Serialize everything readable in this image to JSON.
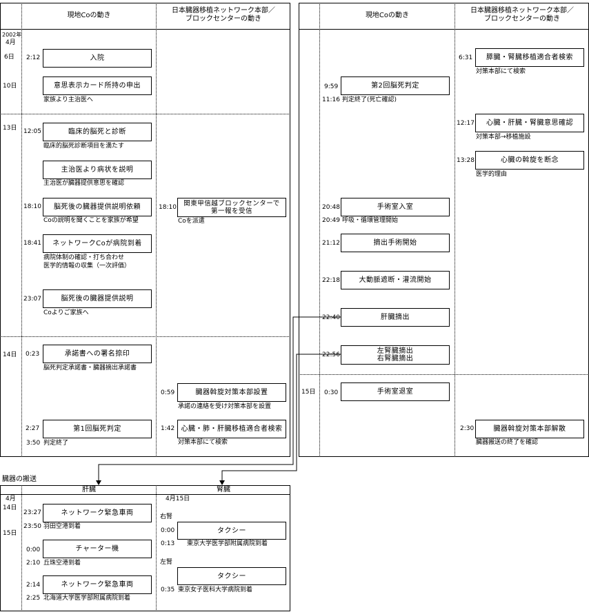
{
  "headers": {
    "col_site": "現地Coの動き",
    "col_network": "日本臓器移植ネットワーク本部／\nブロックセンターの動き"
  },
  "left": {
    "year": "2002年",
    "month": "4月",
    "days": {
      "d6": "6日",
      "d10": "10日",
      "d13": "13日",
      "d14": "14日"
    },
    "events": [
      {
        "time": "2:12",
        "box": "入院",
        "note": ""
      },
      {
        "time": "",
        "box": "意思表示カード所持の申出",
        "note": "家族より主治医へ"
      },
      {
        "time": "12:05",
        "box": "臨床的脳死と診断",
        "note": "臨床的脳死診断項目を満たす"
      },
      {
        "time": "",
        "box": "主治医より病状を説明",
        "note": "主治医が臓器提供意思を確認"
      },
      {
        "time": "18:10",
        "box": "脳死後の臓器提供説明依頼",
        "note": "Coの説明を聞くことを家族が希望"
      },
      {
        "time": "18:41",
        "box": "ネットワークCoが病院到着",
        "note": "病院体制の確認・打ち合わせ",
        "note2": "医学的情報の収集（一次評価）"
      },
      {
        "time": "23:07",
        "box": "脳死後の臓器提供説明",
        "note": "Coよりご家族へ"
      },
      {
        "time": "0:23",
        "box": "承諾書への署名捺印",
        "note": "脳死判定承諾書・臓器摘出承諾書"
      },
      {
        "time": "2:27",
        "box": "第1回脳死判定",
        "note": "判定終了",
        "note_time": "3:50"
      }
    ],
    "network_events": [
      {
        "time": "18:10",
        "box": "関東甲信越ブロックセンターで\n第一報を受信",
        "note": "Coを派遣"
      },
      {
        "time": "0:59",
        "box": "臓器斡旋対策本部設置",
        "note": "承諾の連絡を受け対策本部を設置"
      },
      {
        "time": "1:42",
        "box": "心臓・肺・肝臓移植適合者検索",
        "note": "対策本部にて検索"
      }
    ]
  },
  "right": {
    "days": {
      "d15": "15日"
    },
    "events": [
      {
        "time": "9:59",
        "box": "第2回脳死判定",
        "note": "判定終了(死亡確認)",
        "note_time": "11:16"
      },
      {
        "time": "20:48",
        "box": "手術室入室",
        "note": "呼吸・循環管理開始",
        "note_time": "20:49"
      },
      {
        "time": "21:12",
        "box": "摘出手術開始",
        "note": ""
      },
      {
        "time": "22:18",
        "box": "大動脈遮断・灌流開始",
        "note": ""
      },
      {
        "time": "22:40",
        "box": "肝臓摘出",
        "note": ""
      },
      {
        "time": "22:56",
        "box": "左腎臓摘出\n右腎臓摘出",
        "note": ""
      },
      {
        "time": "0:30",
        "box": "手術室退室",
        "note": ""
      }
    ],
    "network_events": [
      {
        "time": "6:31",
        "box": "膵臓・腎臓移植適合者検索",
        "note": "対策本部にて検索"
      },
      {
        "time": "12:17",
        "box": "心臓・肝臓・腎臓意思確認",
        "note": "対策本部→移植施設"
      },
      {
        "time": "13:28",
        "box": "心臓の斡旋を断念",
        "note": "医学的理由"
      },
      {
        "time": "2:30",
        "box": "臓器斡旋対策本部解散",
        "note": "臓器搬送の終了を確認"
      }
    ]
  },
  "transport": {
    "title": "臓器の搬送",
    "col_liver": "肝臓",
    "col_kidney": "腎臓",
    "month": "4月",
    "d14": "14日",
    "d15": "15日",
    "kidney_date": "4月15日",
    "right_kidney": "右腎",
    "left_kidney": "左腎",
    "liver_events": [
      {
        "time": "23:27",
        "box": "ネットワーク緊急車両",
        "note": "羽田空港到着",
        "note_time": "23:50"
      },
      {
        "time": "0:00",
        "box": "チャーター機",
        "note": "丘珠空港到着",
        "note_time": "2:10"
      },
      {
        "time": "2:14",
        "box": "ネットワーク緊急車両",
        "note": "北海道大学医学部附属病院到着",
        "note_time": "2:25"
      }
    ],
    "kidney_events": [
      {
        "time": "0:00",
        "box": "タクシー",
        "note": "東京大学医学部附属病院到着",
        "note_time": "0:13"
      },
      {
        "time": "",
        "box": "タクシー",
        "note": "東京女子医科大学病院到着",
        "note_time": "0:35"
      }
    ]
  }
}
